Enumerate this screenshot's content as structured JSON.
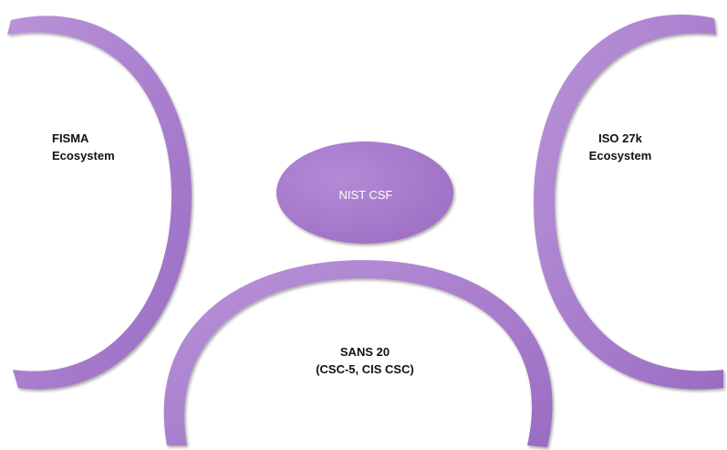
{
  "colors": {
    "shape_fill": "#a57ac9",
    "shape_light": "#b993d9",
    "shape_dark": "#8f5fb5",
    "label_text": "#111111",
    "ellipse_text": "#ffffff"
  },
  "nodes": {
    "fisma": {
      "line1": "FISMA",
      "line2": "Ecosystem"
    },
    "iso": {
      "line1": "ISO 27k",
      "line2": "Ecosystem"
    },
    "nist": {
      "label": "NIST CSF"
    },
    "sans": {
      "line1": "SANS 20",
      "line2": "(CSC-5, CIS CSC)"
    }
  }
}
